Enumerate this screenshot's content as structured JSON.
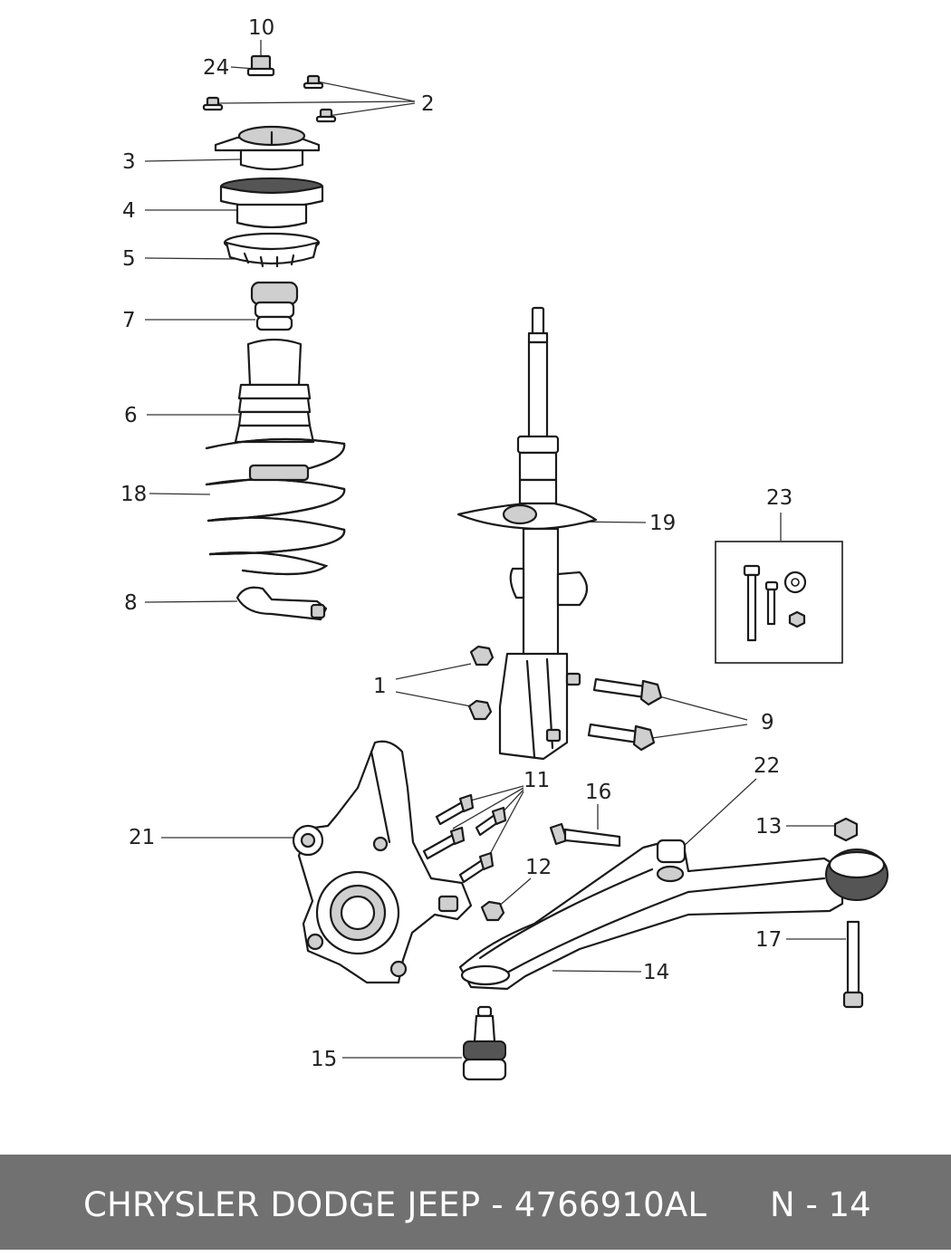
{
  "callouts": {
    "c1": "1",
    "c2": "2",
    "c3": "3",
    "c4": "4",
    "c5": "5",
    "c6": "6",
    "c7": "7",
    "c8": "8",
    "c9": "9",
    "c10": "10",
    "c11": "11",
    "c12": "12",
    "c13": "13",
    "c14": "14",
    "c15": "15",
    "c16": "16",
    "c17": "17",
    "c18": "18",
    "c19": "19",
    "c21": "21",
    "c22": "22",
    "c23": "23",
    "c24": "24"
  },
  "footer": {
    "title": "CHRYSLER DODGE JEEP - 4766910AL",
    "page": "N - 14"
  }
}
